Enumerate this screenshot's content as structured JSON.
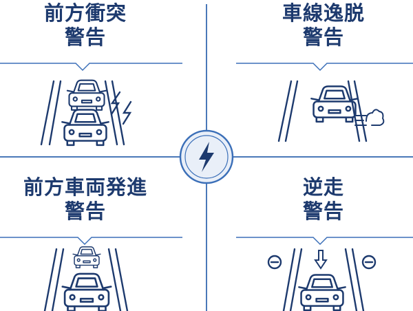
{
  "colors": {
    "navy": "#1d3a6e",
    "line_blue": "#3b6fb8",
    "hub_fill": "#e9eff8",
    "divider": "#4a78b8"
  },
  "panels": {
    "forward_collision": {
      "line1": "前方衝突",
      "line2": "警告",
      "icon": "two-cars-collision-icon"
    },
    "lane_departure": {
      "line1": "車線逸脱",
      "line2": "警告",
      "icon": "car-drifting-lane-icon"
    },
    "front_car_start": {
      "line1": "前方車両発進",
      "line2": "警告",
      "icon": "car-following-start-icon"
    },
    "wrong_way": {
      "line1": "逆走",
      "line2": "警告",
      "icon": "car-wrong-way-icon"
    }
  },
  "center": {
    "icon": "lightning-bolt-icon"
  }
}
